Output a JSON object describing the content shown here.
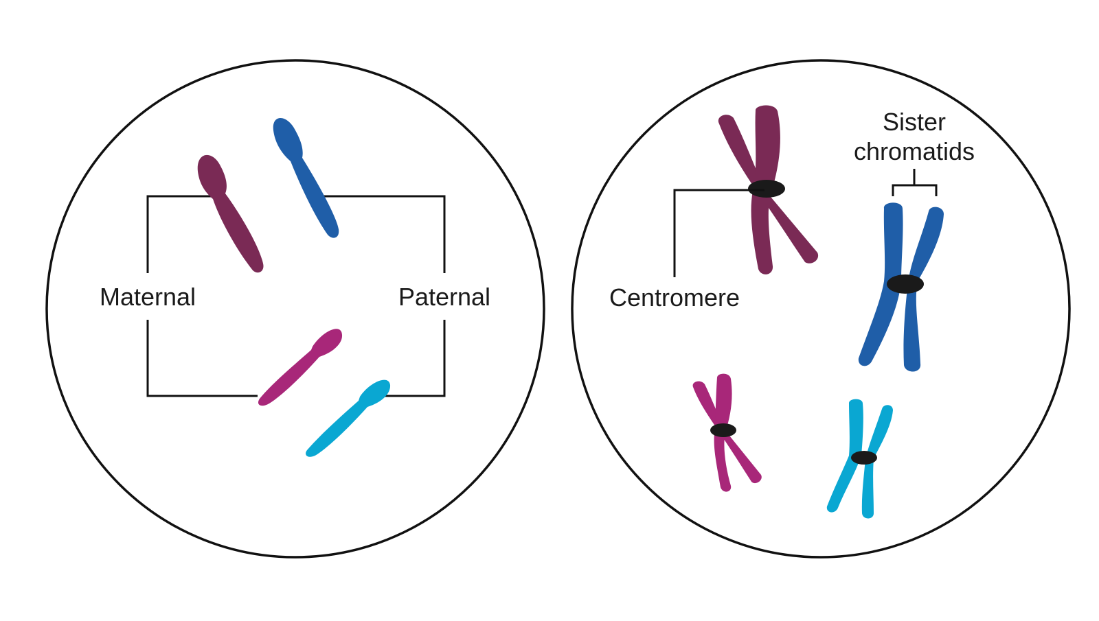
{
  "labels": {
    "maternal": "Maternal",
    "paternal": "Paternal",
    "centromere": "Centromere",
    "sister_line1": "Sister",
    "sister_line2": "chromatids"
  },
  "colors": {
    "maroon": "#7a2a55",
    "blue": "#1f5ea8",
    "magenta": "#a82779",
    "cyan": "#0aa7d2",
    "centromere": "#1a1a1a",
    "outline": "#111111"
  }
}
